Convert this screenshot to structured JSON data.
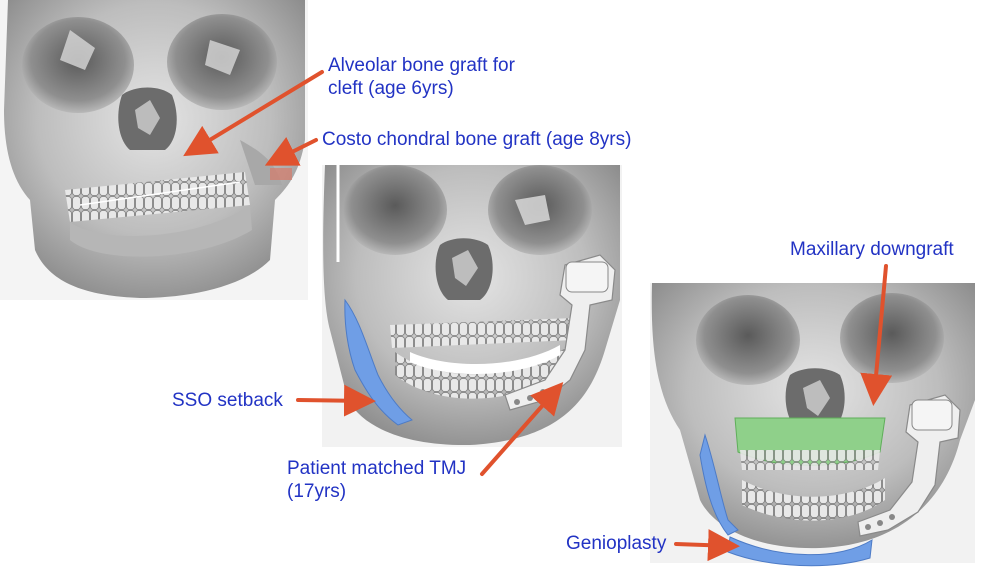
{
  "labels": {
    "alveolar": {
      "line1": "Alveolar bone graft for",
      "line2": "cleft (age 6yrs)"
    },
    "costo": "Costo chondral bone graft (age 8yrs)",
    "maxillary": "Maxillary downgraft",
    "sso": "SSO setback",
    "tmj": {
      "line1": "Patient matched TMJ",
      "line2": "(17yrs)"
    },
    "genio": "Genioplasty"
  },
  "colors": {
    "label_text": "#2233c4",
    "arrow": "#e0522d",
    "bone": "#c9c9c9",
    "bone_shadow": "#8c8c8c",
    "implant_blue": "#6f9ee6",
    "graft_green": "#8fd08a",
    "implant_metal": "#efefef"
  }
}
